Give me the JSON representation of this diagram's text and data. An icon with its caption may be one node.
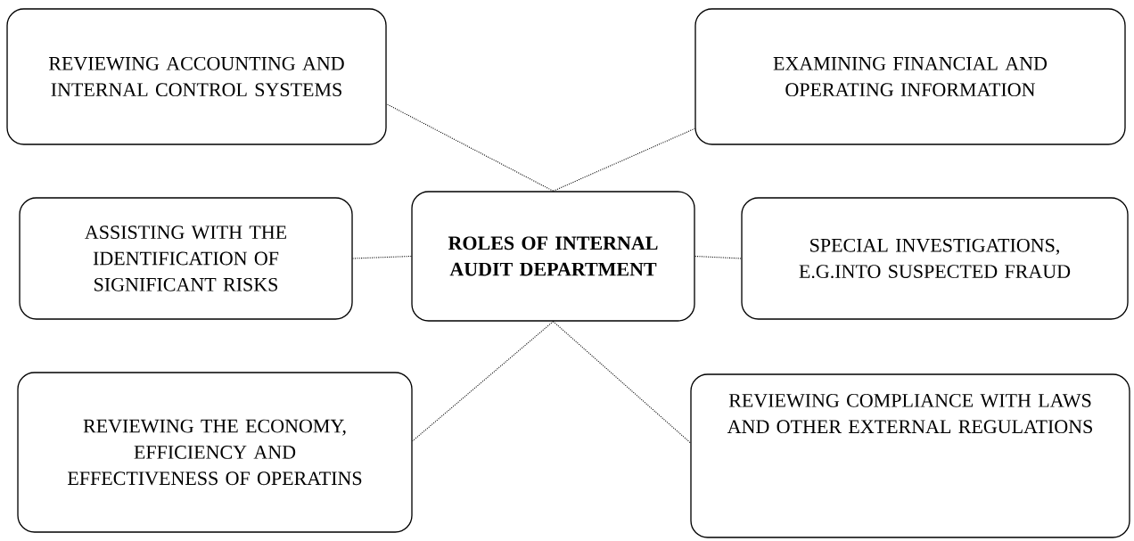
{
  "diagram": {
    "nodes": [
      {
        "text": [
          "REVIEWING ACCOUNTING AND INTERNAL CONTROL SYSTEMS"
        ]
      },
      {
        "text": [
          "EXAMINING FINANCIAL AND OPERATING INFORMATION"
        ]
      },
      {
        "text": [
          "ASSISTING WITH THE IDENTIFICATION OF SIGNIFICANT RISKS"
        ]
      },
      {
        "text": [
          "ROLES OF INTERNAL AUDIT DEPARTMENT"
        ]
      },
      {
        "text": [
          "SPECIAL INVESTIGATIONS, E.G.INTO SUSPECTED FRAUD"
        ]
      },
      {
        "text": [
          "REVIEWING THE ECONOMY, EFFICIENCY AND EFFECTIVENESS OF OPERATINS"
        ]
      },
      {
        "text": [
          "REVIEWING COMPLIANCE WITH LAWS AND OTHER EXTERNAL REGULATIONS"
        ]
      }
    ],
    "edges": [
      {
        "from": 3,
        "to": 0,
        "arrow": "none"
      },
      {
        "from": 3,
        "to": 1,
        "arrow": "none"
      },
      {
        "from": 3,
        "to": 2,
        "arrow": "none"
      },
      {
        "from": 3,
        "to": 4,
        "arrow": "none"
      },
      {
        "from": 3,
        "to": 5,
        "arrow": "none"
      },
      {
        "from": 3,
        "to": 6,
        "arrow": "none"
      }
    ]
  }
}
